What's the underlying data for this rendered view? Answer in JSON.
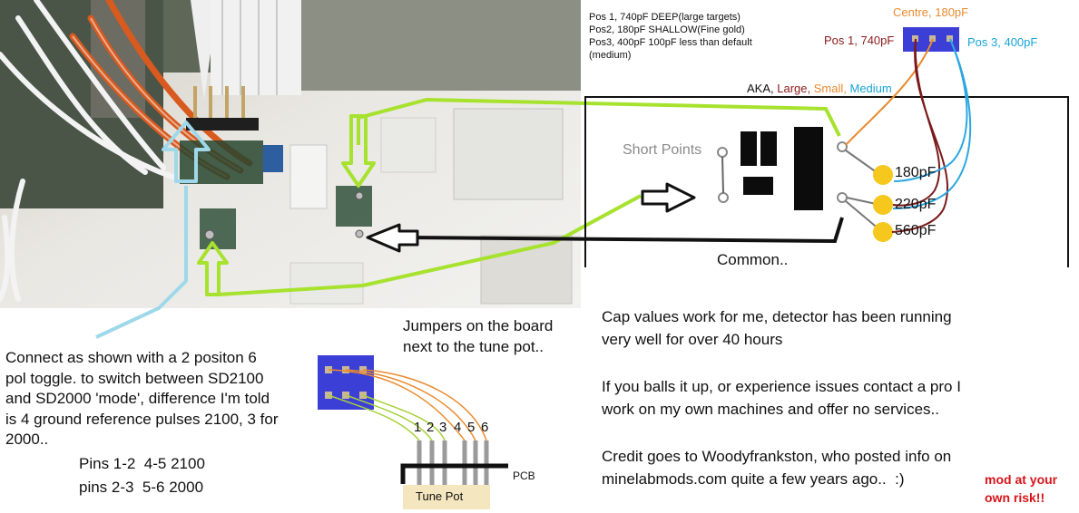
{
  "photo_label": "",
  "positions_note": {
    "lines": [
      "Pos 1, 740pF DEEP(large targets)",
      "Pos2, 180pF SHALLOW(Fine gold)",
      "Pos3, 400pF 100pF less than default",
      "(medium)"
    ]
  },
  "switch_labels": {
    "centre": "Centre, 180pF",
    "pos1": "Pos 1, 740pF",
    "pos3": "Pos 3, 400pF"
  },
  "aka": {
    "prefix": "AKA,",
    "large": "Large,",
    "small": "Small,",
    "medium": "Medium"
  },
  "circuit": {
    "short_points": "Short Points",
    "cap1": "180pF",
    "cap2": "220pF",
    "cap3": "560pF",
    "common": "Common.."
  },
  "jumpers_note": {
    "lines": [
      "Jumpers on the board",
      "next to the tune pot.."
    ]
  },
  "instructions": {
    "lines": [
      "Connect as shown with a 2 positon 6",
      "pol toggle. to switch between SD2100",
      "and SD2000 'mode', difference I'm told",
      "is 4 ground reference pulses 2100, 3 for",
      "2000.."
    ]
  },
  "pins": {
    "line1": "Pins 1-2  4-5 2100",
    "line2": "pins 2-3  5-6 2000",
    "numbers": [
      "1",
      "2",
      "3",
      "4",
      "5",
      "6"
    ],
    "pcb": "PCB",
    "tune_pot": "Tune Pot"
  },
  "right_notes": {
    "p1": [
      "Cap values work for me, detector has been running",
      "very well for over 40 hours"
    ],
    "p2": [
      "If you balls it up, or experience issues contact a pro I",
      "work on my own machines and offer no services.."
    ],
    "p3": [
      "Credit goes to Woodyfrankston, who posted info on",
      "minelabmods.com quite a few years ago..  :)"
    ]
  },
  "risk": [
    "mod at your",
    "own risk!!"
  ],
  "colors": {
    "green_arrow": "#a6e22e",
    "blue_arrow": "#9fd8ea",
    "switch_blue": "#3b3fd6",
    "cap_yellow": "#f6c71c",
    "orange_wire": "#e98a2e",
    "maroon_wire": "#7a1a1a",
    "cyan_wire": "#2aa7e0",
    "risk_red": "#d8141a",
    "pot_fill": "#f4e7bf"
  }
}
